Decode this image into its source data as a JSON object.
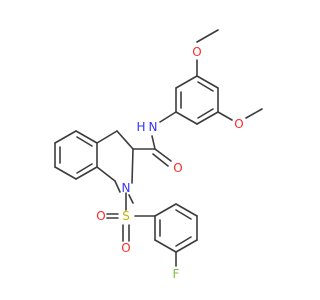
{
  "molecule": {
    "atom_labels": {
      "nh": "N",
      "nh_h": "H",
      "o_carbonyl": "O",
      "n_ring": "N",
      "s": "S",
      "o_s_top": "O",
      "o_s_left": "O",
      "f": "F",
      "o_methoxy_top": "O",
      "o_methoxy_right": "O"
    },
    "colors": {
      "carbon_bond": "#3c3c3c",
      "nitrogen": "#3333ff",
      "oxygen": "#ff2a2a",
      "sulfur": "#c8b400",
      "fluorine": "#7fbf3f"
    }
  }
}
